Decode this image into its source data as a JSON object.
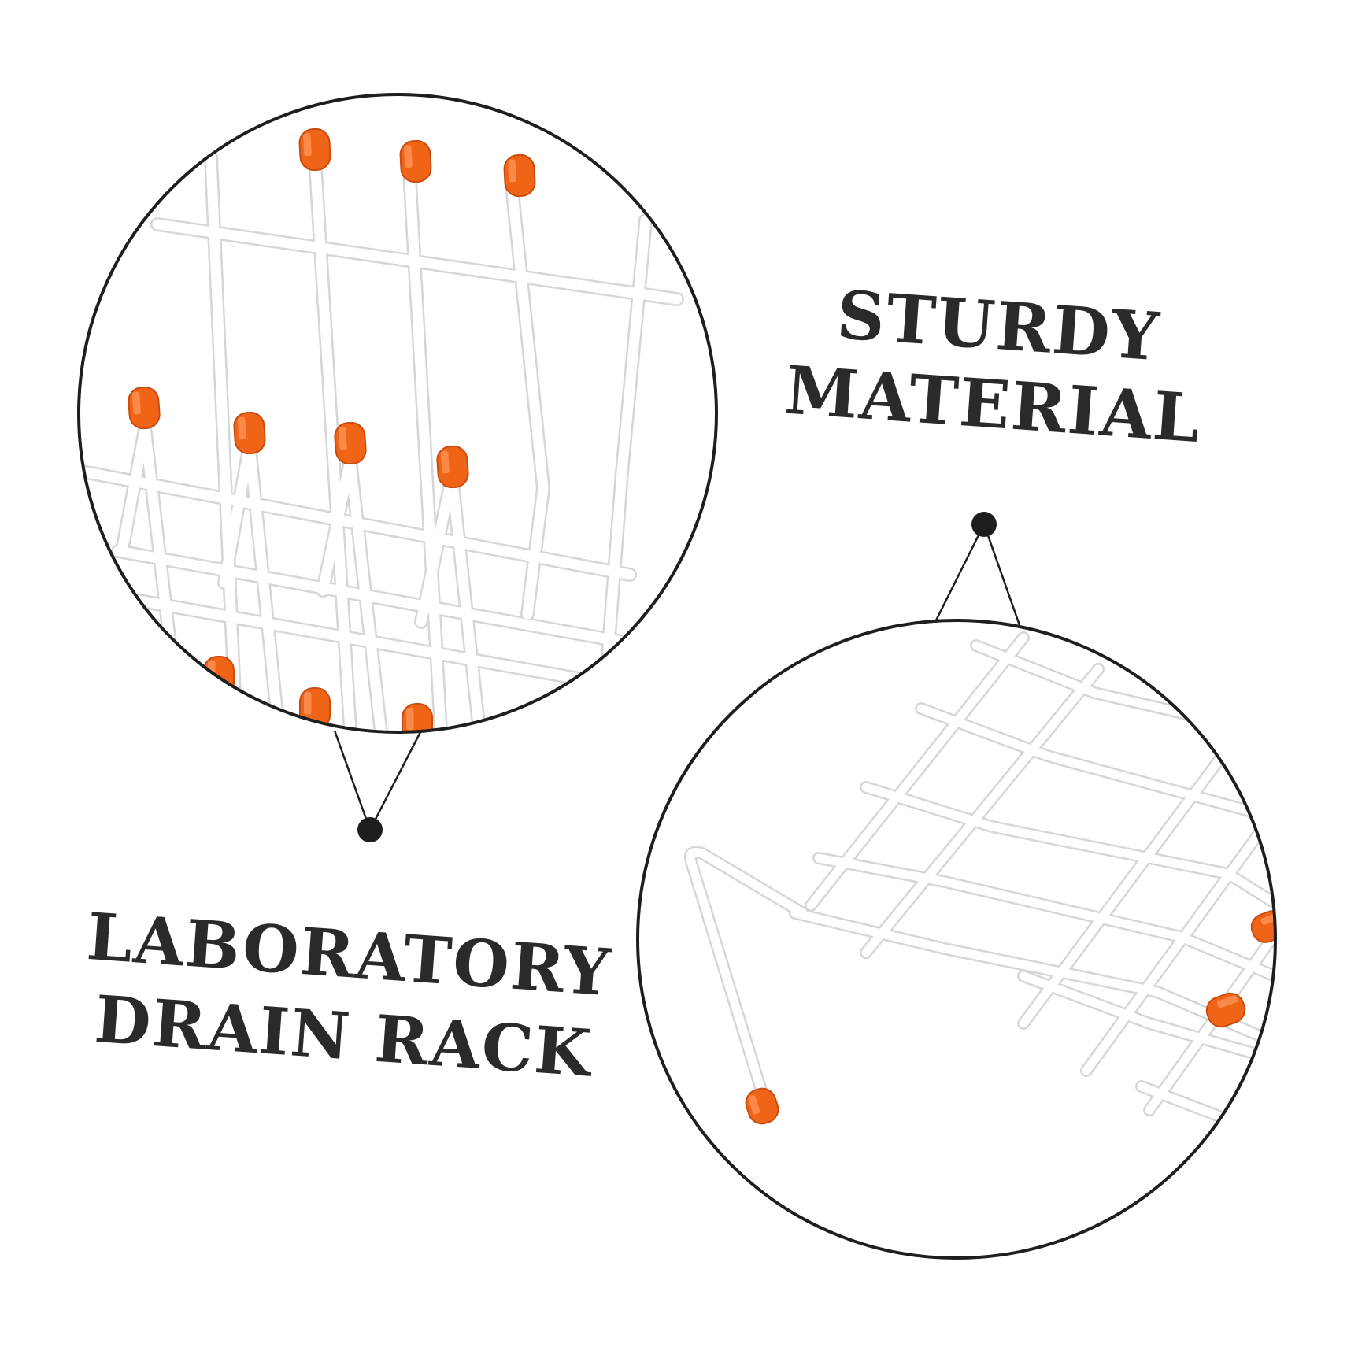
{
  "feature_top": {
    "line1": "STURDY",
    "line2": "MATERIAL"
  },
  "feature_bottom": {
    "line1": "LABORATORY",
    "line2": "DRAIN RACK"
  },
  "colors": {
    "background": "#ffffff",
    "text": "#2a2a2a",
    "outline": "#1e1e1e",
    "wire": "#ffffff",
    "wire_shadow": "#d4d6da",
    "cap": "#f06418",
    "cap_shade": "#c94c0e"
  }
}
